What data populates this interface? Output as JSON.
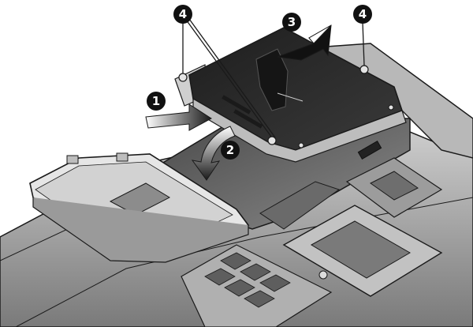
{
  "figure": {
    "callouts": [
      {
        "id": "1",
        "label": "1"
      },
      {
        "id": "2",
        "label": "2"
      },
      {
        "id": "3",
        "label": "3"
      },
      {
        "id": "4a",
        "label": "4"
      },
      {
        "id": "4b",
        "label": "4"
      }
    ]
  },
  "colors": {
    "outline": "#1a1a1a",
    "drive_top": "#2b2b2b",
    "chassis": "#9a9a9a",
    "chassis_light": "#cfcfcf",
    "callout_fill": "#111111",
    "callout_text": "#ffffff"
  }
}
